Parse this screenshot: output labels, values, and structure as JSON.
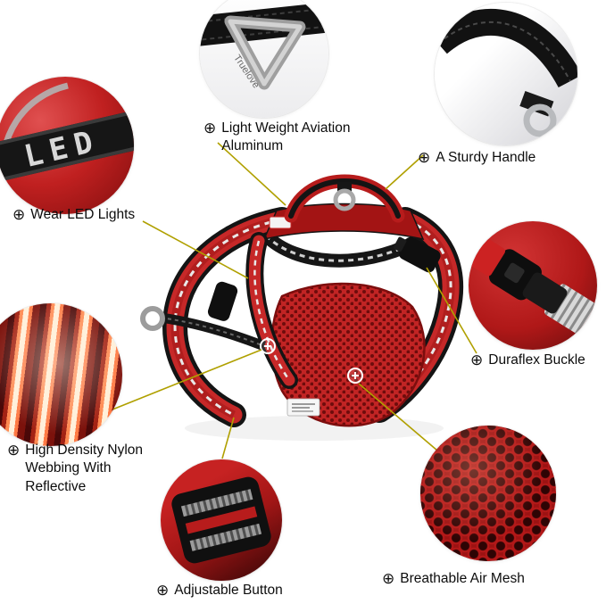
{
  "icons": {
    "circle_plus": "⊕"
  },
  "colors": {
    "background": "#ffffff",
    "callout_line": "#b0a000",
    "harness_red": "#c62828",
    "trim_black": "#141414",
    "metal_gray": "#a8a8a8"
  },
  "product": {
    "led_strip_text": "LED",
    "ring_engraving": "Truelove"
  },
  "callouts": [
    {
      "id": "wear-led-lights",
      "label": "Wear LED Lights"
    },
    {
      "id": "aviation-aluminum",
      "label": "Light Weight Aviation Aluminum"
    },
    {
      "id": "sturdy-handle",
      "label": "A Sturdy Handle"
    },
    {
      "id": "duraflex-buckle",
      "label": "Duraflex Buckle"
    },
    {
      "id": "nylon-webbing",
      "label": "High Density Nylon Webbing With Reflective"
    },
    {
      "id": "adjustable-button",
      "label": "Adjustable Button"
    },
    {
      "id": "breathable-mesh",
      "label": "Breathable Air Mesh"
    }
  ]
}
